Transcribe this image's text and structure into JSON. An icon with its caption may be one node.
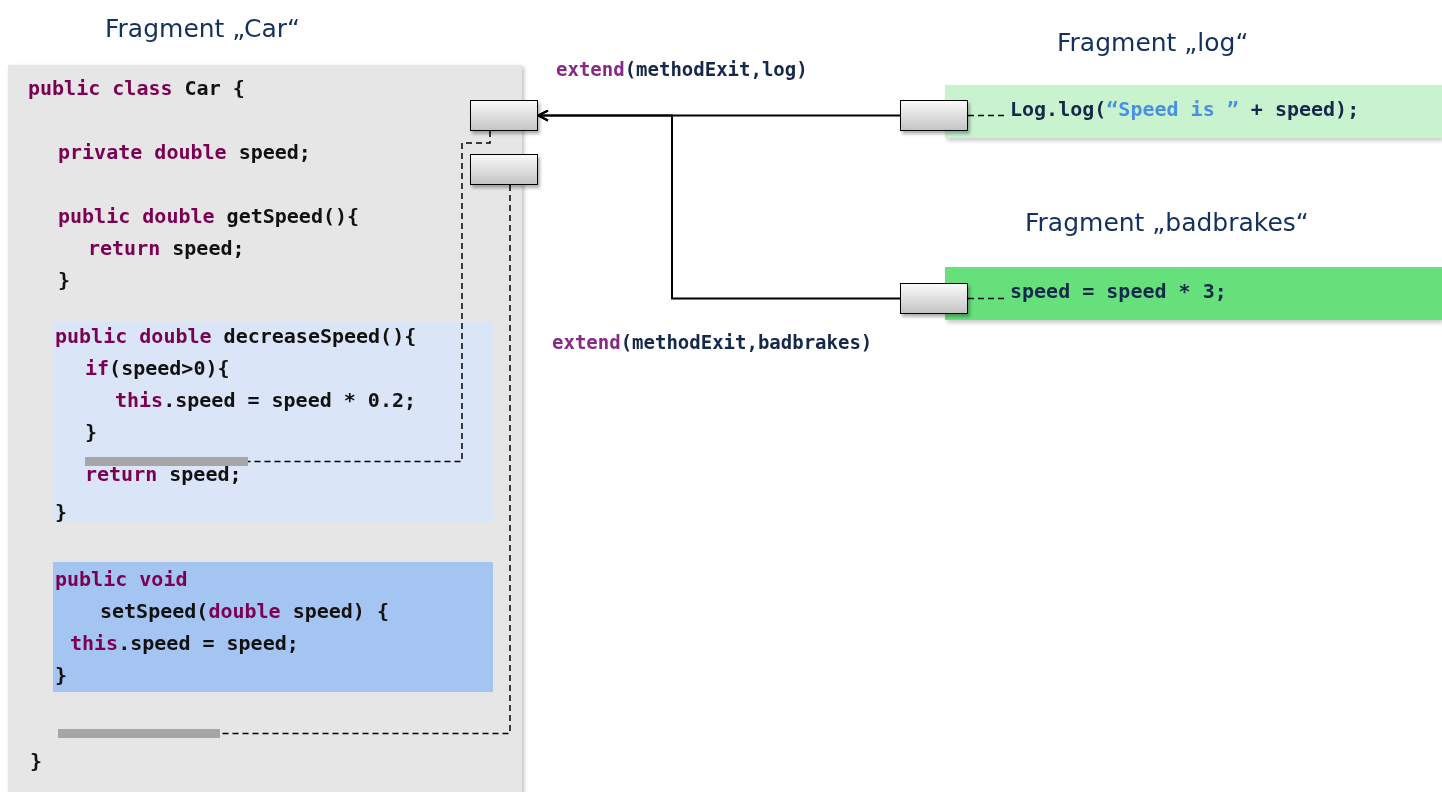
{
  "diagram": {
    "nodes": [
      {
        "text": [
          "Fragment „Car“",
          "*public* *class* Car {",
          "*private* *double* speed;",
          "*public* *double* getSpeed(){",
          "*return* speed;",
          "}",
          "}"
        ]
      },
      {
        "text": [
          "*public* *double* decreaseSpeed(){",
          "*if*(speed>0){",
          "*this*.speed = speed * 0.2;",
          "}",
          "*return* speed;",
          "}"
        ],
        "in": 0
      },
      {
        "text": [
          "*public* *void*",
          "setSpeed(*double* speed) {",
          "*this*.speed = speed;",
          "}"
        ],
        "in": 0
      },
      {
        "text": [],
        "shape": "box"
      },
      {
        "text": [],
        "shape": "box"
      },
      {
        "text": [],
        "shape": "bar",
        "in": 1
      },
      {
        "text": [],
        "shape": "bar",
        "in": 0
      },
      {
        "text": [
          "Fragment „log“",
          "Log.log(*“Speed is ”* + speed);"
        ]
      },
      {
        "text": [
          "Fragment „badbrakes“",
          "speed = speed * 3;"
        ]
      },
      {
        "text": [],
        "shape": "box"
      },
      {
        "text": [],
        "shape": "box"
      }
    ],
    "edges": [
      {
        "from": 9,
        "to": 3,
        "arrow": "to",
        "label": "*extend*(methodExit,log)"
      },
      {
        "from": 10,
        "to": 3,
        "arrow": "to",
        "label": "*extend*(methodExit,badbrakes)"
      },
      {
        "from": 3,
        "to": 5,
        "arrow": "none",
        "style": "dashed"
      },
      {
        "from": 4,
        "to": 6,
        "arrow": "none",
        "style": "dashed"
      },
      {
        "from": 9,
        "to": 7,
        "arrow": "none",
        "style": "dashed"
      },
      {
        "from": 10,
        "to": 8,
        "arrow": "none",
        "style": "dashed"
      }
    ]
  }
}
